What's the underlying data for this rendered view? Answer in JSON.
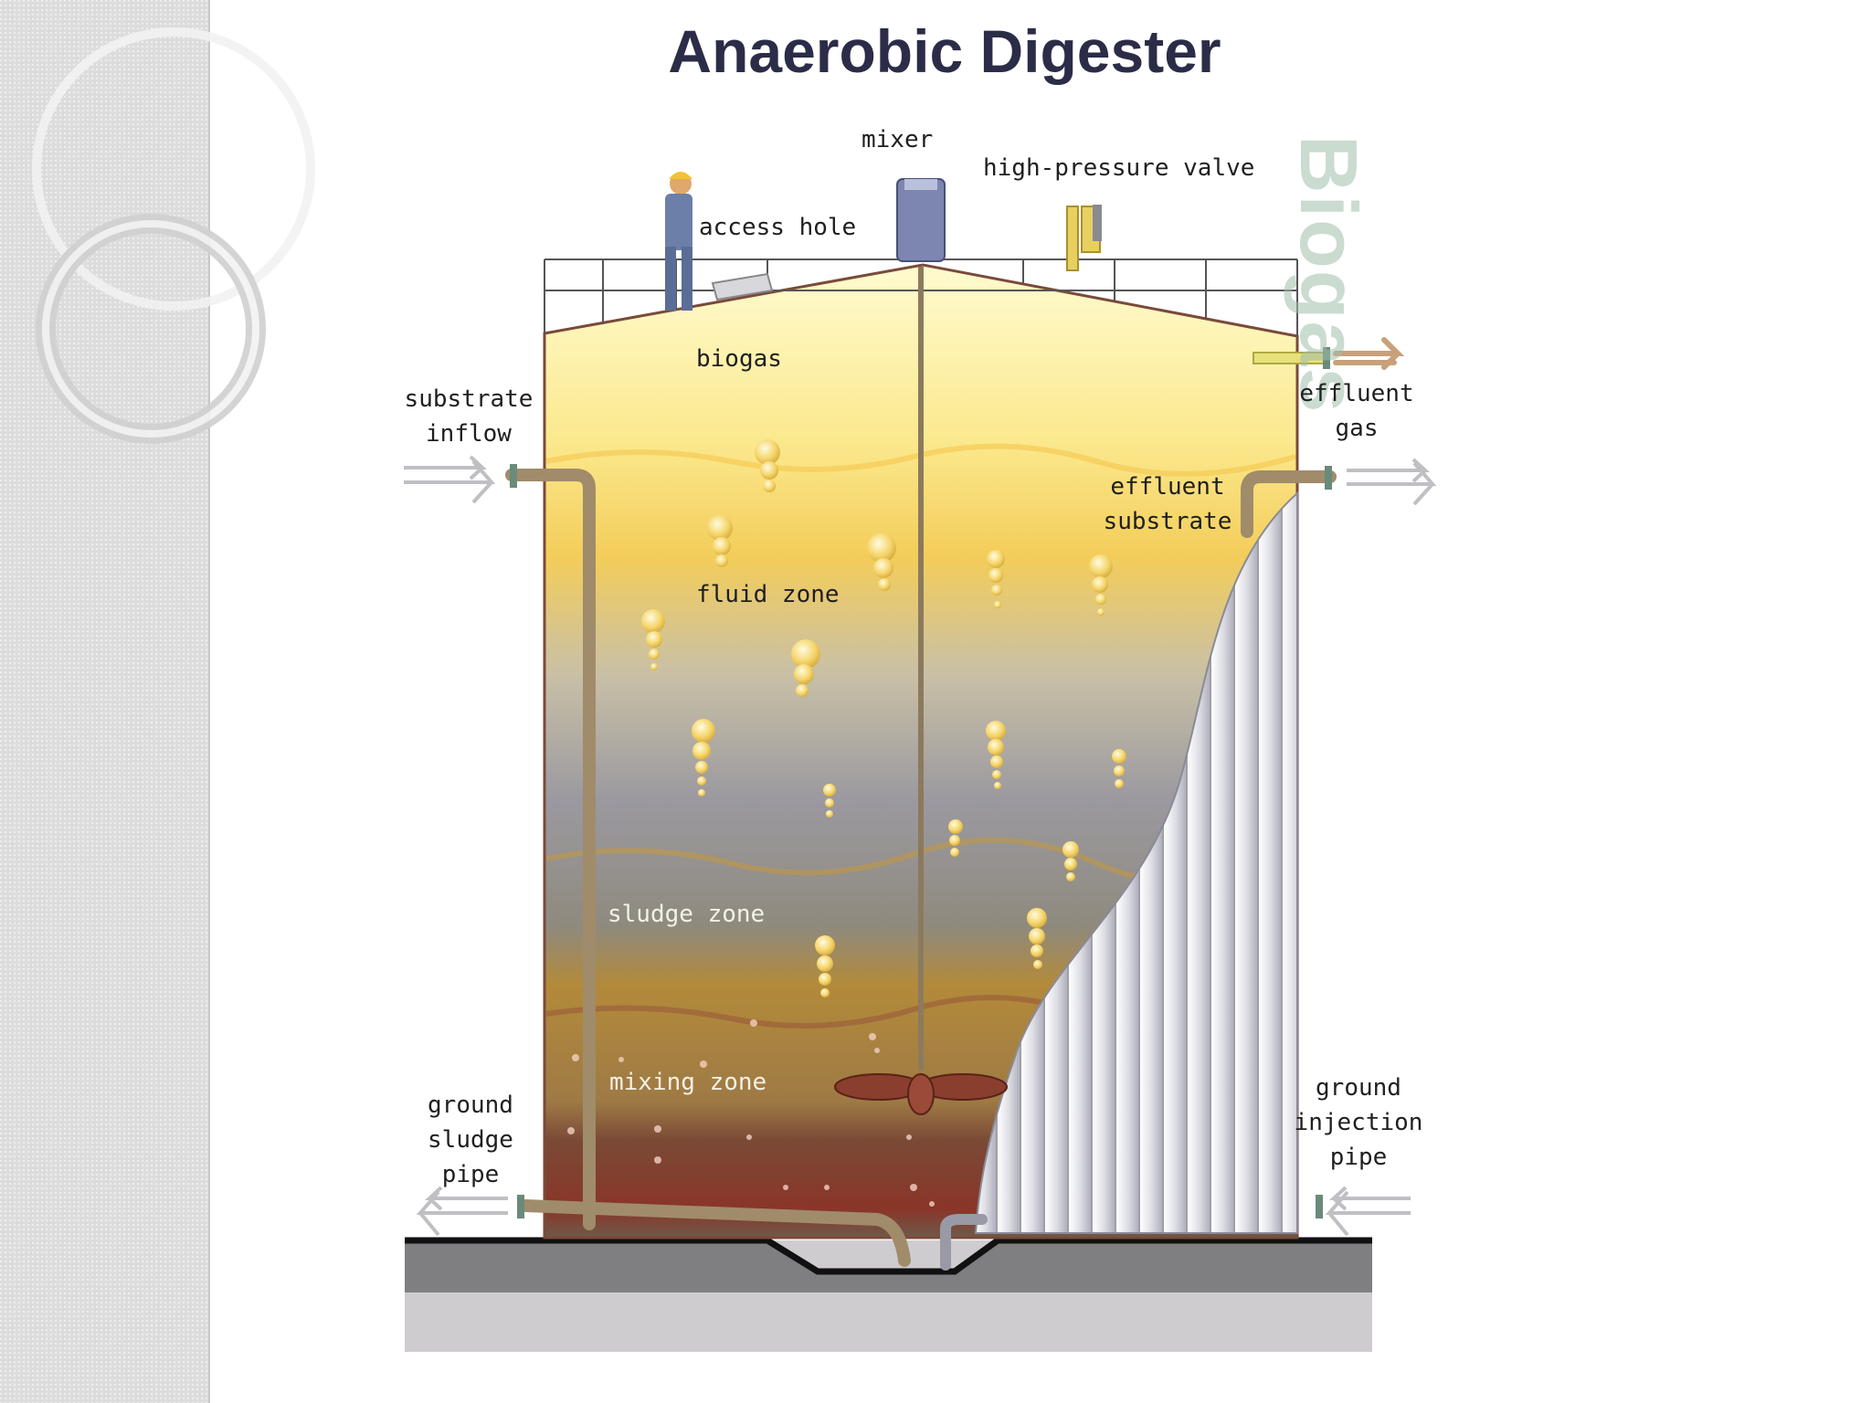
{
  "slide": {
    "title": "Anaerobic Digester"
  },
  "labels": {
    "mixer": "mixer",
    "high_pressure_valve": "high-pressure valve",
    "access_hole": "access hole",
    "biogas": "biogas",
    "substrate_inflow_1": "substrate",
    "substrate_inflow_2": "inflow",
    "effluent_gas_1": "effluent",
    "effluent_gas_2": "gas",
    "effluent_substrate_1": "effluent",
    "effluent_substrate_2": "substrate",
    "fluid_zone": "fluid zone",
    "sludge_zone": "sludge zone",
    "mixing_zone": "mixing zone",
    "ground_sludge_pipe_1": "ground",
    "ground_sludge_pipe_2": "sludge",
    "ground_sludge_pipe_3": "pipe",
    "ground_injection_pipe_1": "ground",
    "ground_injection_pipe_2": "injection",
    "ground_injection_pipe_3": "pipe"
  },
  "watermark": "Biogas",
  "colors": {
    "title": "#2b2c47",
    "biogas": "#fbe98e",
    "fluid": "#9c9aa0",
    "sludge": "#b38a3a",
    "mixing": "#8a3528",
    "pipe": "#a08c6a"
  }
}
